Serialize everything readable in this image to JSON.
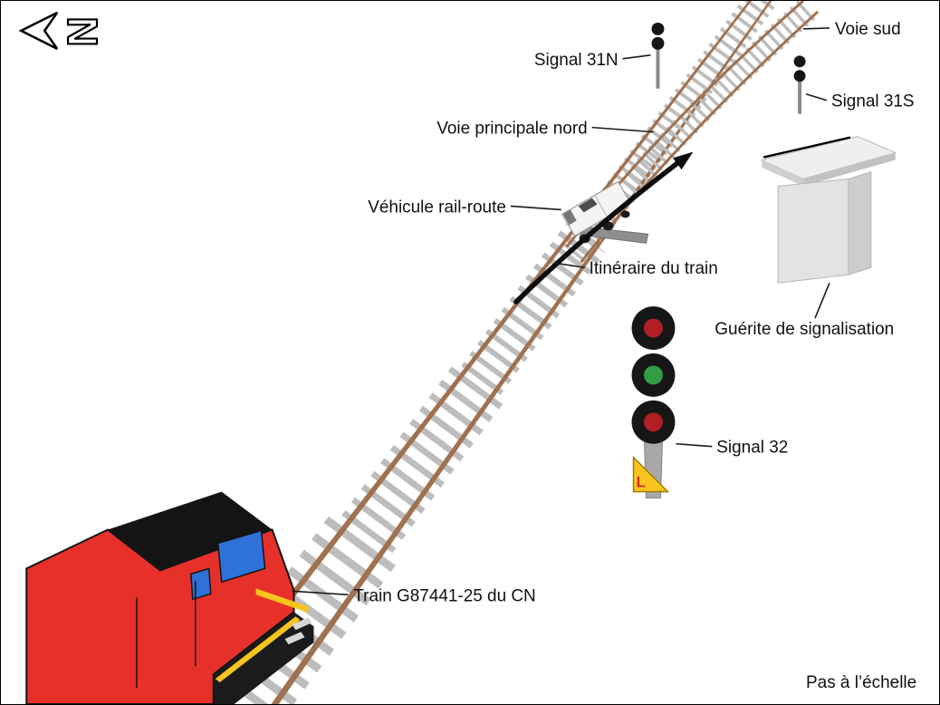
{
  "diagram": {
    "labels": {
      "voie_sud": "Voie sud",
      "signal_31n": "Signal 31N",
      "signal_31s": "Signal 31S",
      "voie_principale_nord": "Voie principale nord",
      "vehicule_rail_route": "Véhicule rail-route",
      "itineraire_du_train": "Itinéraire du train",
      "guerite": "Guérite de signalisation",
      "signal_32": "Signal 32",
      "train": "Train G87441-25 du CN",
      "not_to_scale": "Pas à l’échelle",
      "north_letter": "N",
      "plate_letter": "L"
    },
    "colors": {
      "locomotive_red": "#e8302a",
      "window_blue": "#2f71d6",
      "yellow": "#f7c51e",
      "signal_red": "#b01f24",
      "signal_green": "#2f9e44",
      "rail_brown": "#a0714f",
      "tie_grey": "#bdbdbd"
    }
  }
}
